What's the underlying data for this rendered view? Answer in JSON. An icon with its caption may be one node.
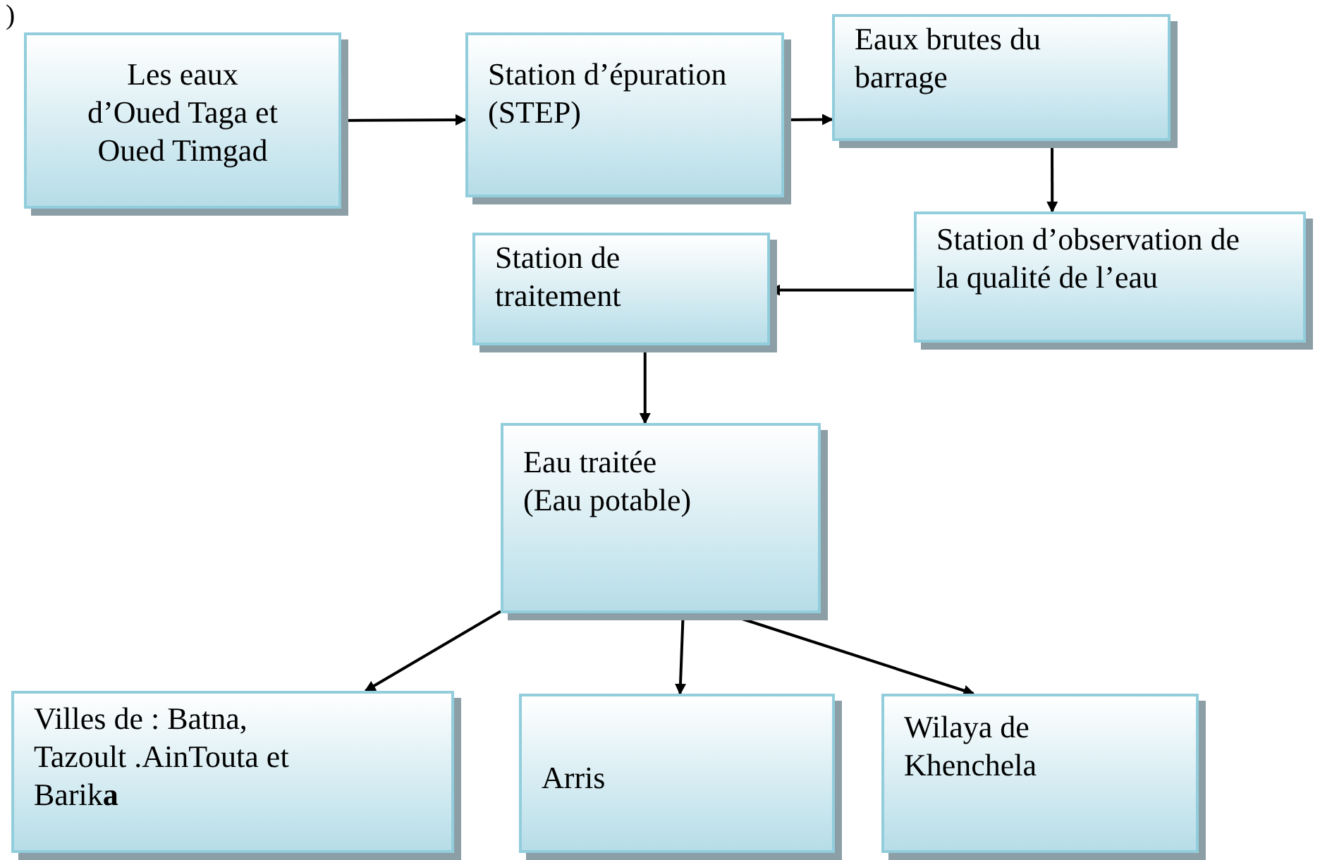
{
  "diagram": {
    "nodes": [
      {
        "text": [
          "Les eaux d’Oued Taga et Oued Timgad"
        ]
      },
      {
        "text": [
          "Station d’épuration (STEP)"
        ]
      },
      {
        "text": [
          "Eaux brutes du barrage"
        ]
      },
      {
        "text": [
          "Station d’observation de la qualité de l’eau"
        ]
      },
      {
        "text": [
          "Station de traitement"
        ]
      },
      {
        "text": [
          "Eau traitée (Eau potable)"
        ]
      },
      {
        "text": [
          "Villes de : Batna, Tazoult .AinTouta et Barik**a**"
        ]
      },
      {
        "text": [
          "Arris"
        ]
      },
      {
        "text": [
          "Wilaya de Khenchela"
        ]
      }
    ],
    "edges": [
      {
        "from": 0,
        "to": 1,
        "arrow": "to"
      },
      {
        "from": 1,
        "to": 2,
        "arrow": "to"
      },
      {
        "from": 2,
        "to": 3,
        "arrow": "to"
      },
      {
        "from": 3,
        "to": 4,
        "arrow": "to"
      },
      {
        "from": 4,
        "to": 5,
        "arrow": "to"
      },
      {
        "from": 5,
        "to": 6,
        "arrow": "to"
      },
      {
        "from": 5,
        "to": 7,
        "arrow": "to"
      },
      {
        "from": 5,
        "to": 8,
        "arrow": "to"
      }
    ],
    "labels": [
      ")"
    ]
  }
}
